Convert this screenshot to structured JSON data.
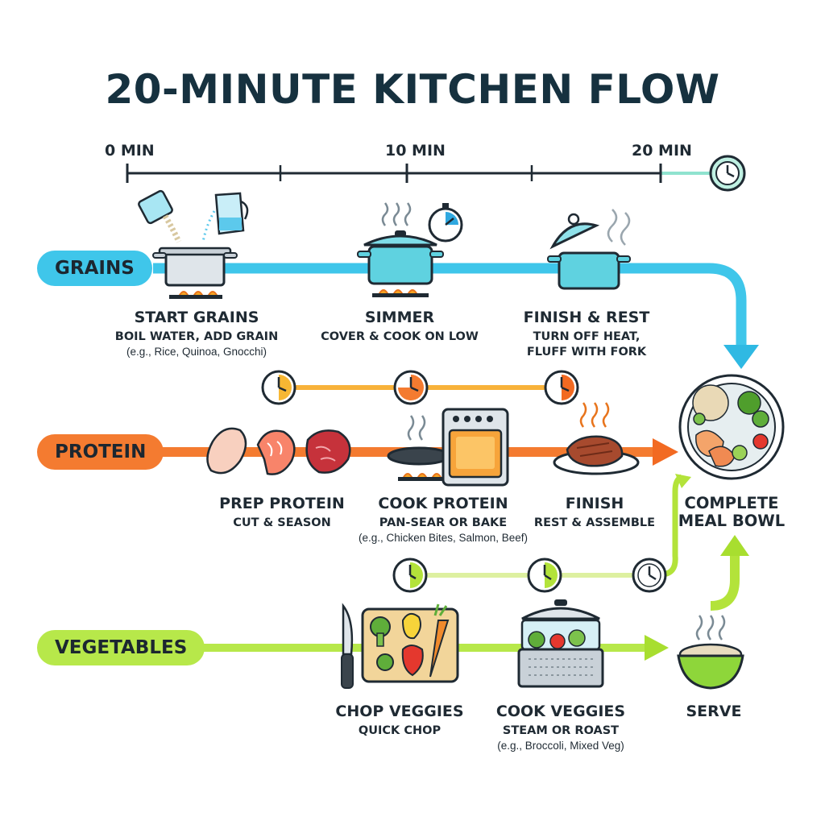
{
  "title": "20-MINUTE KITCHEN FLOW",
  "timeline": {
    "ticks": [
      "0 MIN",
      "10 MIN",
      "20 MIN"
    ]
  },
  "colors": {
    "grains": "#43c6e8",
    "protein": "#f47b30",
    "vegetables": "#b3e33a",
    "dark": "#1f2a33"
  },
  "lanes": {
    "grains": {
      "label": "GRAINS",
      "steps": [
        {
          "title": "START GRAINS",
          "subtitle": "BOIL WATER, ADD GRAIN",
          "example": "(e.g., Rice, Quinoa, Gnocchi)"
        },
        {
          "title": "SIMMER",
          "subtitle": "COVER & COOK ON LOW",
          "example": ""
        },
        {
          "title": "FINISH & REST",
          "subtitle": "TURN OFF HEAT,\nFLUFF WITH FORK",
          "example": ""
        }
      ]
    },
    "protein": {
      "label": "PROTEIN",
      "steps": [
        {
          "title": "PREP PROTEIN",
          "subtitle": "CUT & SEASON",
          "example": ""
        },
        {
          "title": "COOK PROTEIN",
          "subtitle": "PAN-SEAR OR BAKE",
          "example": "(e.g., Chicken Bites, Salmon, Beef)"
        },
        {
          "title": "FINISH",
          "subtitle": "REST & ASSEMBLE",
          "example": ""
        }
      ]
    },
    "vegetables": {
      "label": "VEGETABLES",
      "steps": [
        {
          "title": "CHOP VEGGIES",
          "subtitle": "QUICK CHOP",
          "example": ""
        },
        {
          "title": "COOK VEGGIES",
          "subtitle": "STEAM OR ROAST",
          "example": "(e.g., Broccoli, Mixed Veg)"
        },
        {
          "title": "SERVE",
          "subtitle": "",
          "example": ""
        }
      ]
    }
  },
  "result": {
    "title": "COMPLETE\nMEAL BOWL"
  }
}
